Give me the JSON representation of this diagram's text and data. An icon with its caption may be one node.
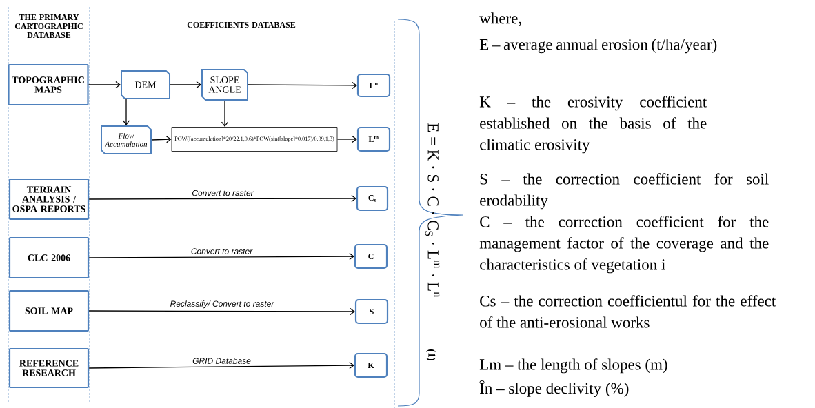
{
  "diagram": {
    "nodes": [
      {
        "text": [
          "TOPOGRAPHIC MAPS"
        ]
      },
      {
        "text": [
          "DEM"
        ]
      },
      {
        "text": [
          "SLOPE ANGLE"
        ]
      },
      {
        "text": [
          "L$^{n}$"
        ]
      },
      {
        "text": [
          "Flow Accumulation"
        ]
      },
      {
        "text": [
          "POW([accumulation]*20/22.1,0.6)*POW(sin([slope]*0.017)/0.09,1,3)"
        ]
      },
      {
        "text": [
          "L$^{m}$"
        ]
      },
      {
        "text": [
          "TERRAIN ANALYSIS / OSPA REPORTS"
        ]
      },
      {
        "text": [
          "C$_{s}$"
        ]
      },
      {
        "text": [
          "CLC 2006"
        ]
      },
      {
        "text": [
          "C"
        ]
      },
      {
        "text": [
          "SOIL MAP"
        ]
      },
      {
        "text": [
          "S"
        ]
      },
      {
        "text": [
          "REFERENCE RESEARCH"
        ]
      },
      {
        "text": [
          "K"
        ]
      }
    ],
    "edges": [
      {
        "from": 0,
        "to": 1,
        "arrow": "to"
      },
      {
        "from": 1,
        "to": 2,
        "arrow": "to"
      },
      {
        "from": 2,
        "to": 3,
        "arrow": "to"
      },
      {
        "from": 1,
        "to": 4,
        "arrow": "to"
      },
      {
        "from": 2,
        "to": 5,
        "arrow": "to"
      },
      {
        "from": 4,
        "to": 5,
        "arrow": "to"
      },
      {
        "from": 5,
        "to": 6,
        "arrow": "to"
      },
      {
        "from": 7,
        "to": 8,
        "arrow": "to",
        "label": "Convert to raster"
      },
      {
        "from": 9,
        "to": 10,
        "arrow": "to",
        "label": "Convert to raster"
      },
      {
        "from": 11,
        "to": 12,
        "arrow": "to",
        "label": "Reclassify/ Convert to raster"
      },
      {
        "from": 13,
        "to": 14,
        "arrow": "to",
        "label": "GRID Database"
      }
    ],
    "labels": [
      "THE PRIMARY CARTOGRAPHIC DATABASE",
      "COEFFICIENTS DATABASE",
      "E = K · S · C · C$_{S}$ · L$^{m}$ · L$^{n}$",
      "(1)",
      "where,",
      "E – average annual erosion (t/ha/year)",
      "K – the erosivity coefficient established on the basis of the climatic erosivity",
      "S – the correction coefficient for soil erodability",
      "C – the correction coefficient for the management factor of the coverage and the characteristics of vegetation i",
      "Cs – the correction coefficientul for the effect of the anti-erosional works",
      "Lm – the length of slopes (m)",
      "În – slope declivity (%)"
    ]
  }
}
